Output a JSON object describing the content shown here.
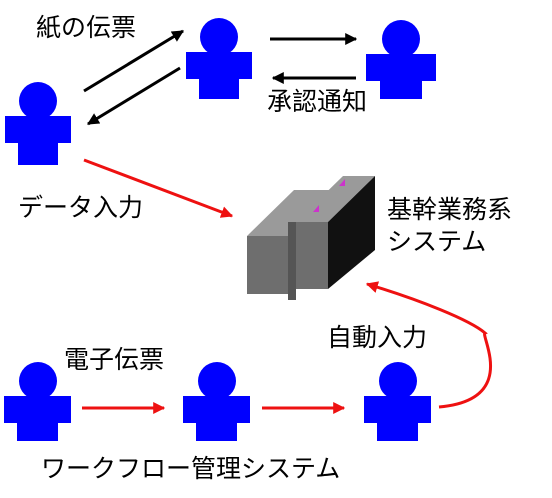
{
  "labels": {
    "paper_slip": "紙の伝票",
    "approval_notice": "承認通知",
    "data_entry": "データ入力",
    "core_system_line1": "基幹業務系",
    "core_system_line2": "システム",
    "auto_entry": "自動入力",
    "e_slip": "電子伝票",
    "workflow_system": "ワークフロー管理システム"
  },
  "colors": {
    "person": "#0000ff",
    "arrow_manual": "#000000",
    "arrow_workflow": "#ee1111",
    "server_front": "#6e6e6e",
    "server_side": "#111111",
    "server_top": "#9a9a9a",
    "server_accent": "#cc33cc"
  },
  "icons": {
    "person": "person-icon",
    "server": "server-block-icon"
  }
}
